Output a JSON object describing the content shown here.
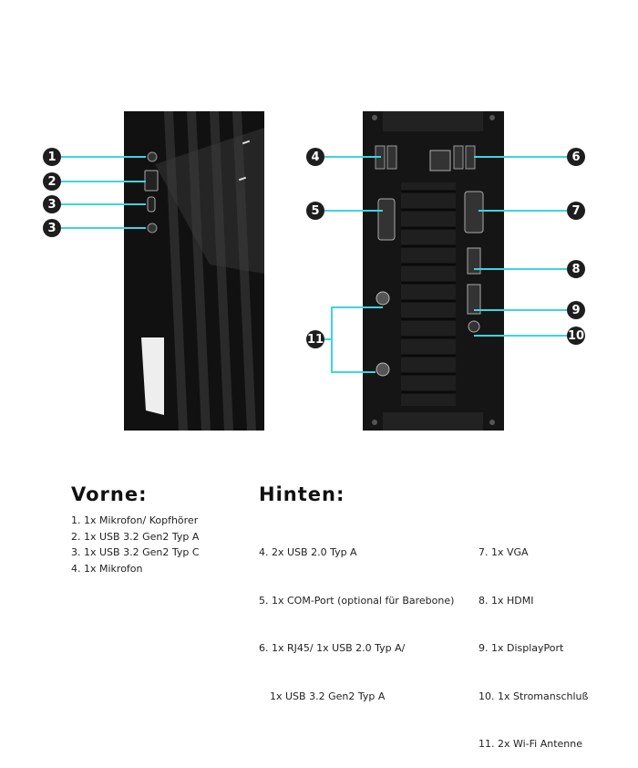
{
  "colors": {
    "callout_line": "#3fd3e3",
    "callout_circle": "#1e1e1e",
    "device": "#151515"
  },
  "callouts": {
    "front": [
      "1",
      "2",
      "3",
      "3"
    ],
    "rear_left": [
      "4",
      "5",
      "11"
    ],
    "rear_right": [
      "6",
      "7",
      "8",
      "9",
      "10"
    ]
  },
  "front_section": {
    "heading": "Vorne:",
    "items": [
      "1. 1x Mikrofon/ Kopfhörer",
      "2. 1x USB 3.2 Gen2 Typ A",
      "3. 1x USB 3.2 Gen2 Typ C",
      "4. 1x Mikrofon"
    ]
  },
  "rear_section": {
    "heading": "Hinten:",
    "items_col1": [
      "4. 2x USB 2.0 Typ A",
      "5. 1x COM-Port (optional für Barebone)",
      "6. 1x RJ45/ 1x USB 2.0 Typ A/",
      "    1x USB 3.2 Gen2 Typ A"
    ],
    "items_col2": [
      "7.   1x VGA",
      "8.   1x HDMI",
      "9.   1x DisplayPort",
      "10. 1x Stromanschluß",
      "11. 2x Wi-Fi Antenne"
    ]
  }
}
